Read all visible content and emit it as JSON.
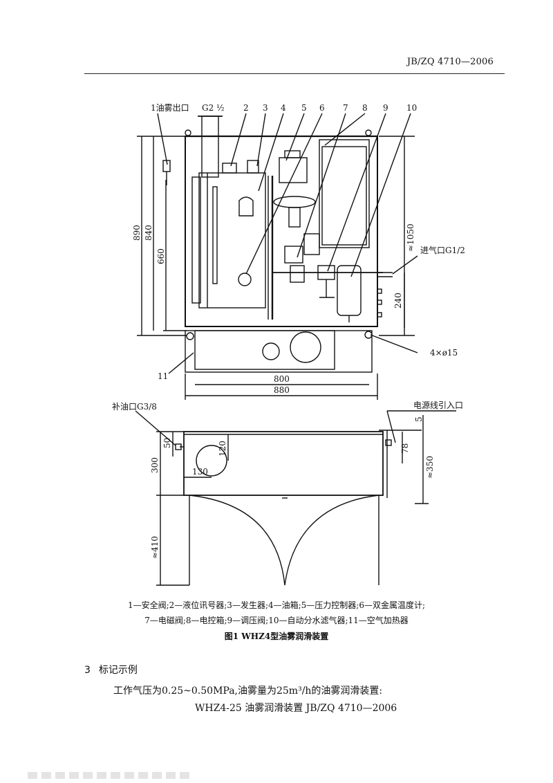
{
  "header": {
    "standard_code": "JB/ZQ 4710—2006"
  },
  "figure": {
    "callouts": [
      "1油雾出口",
      "G2 ½",
      "2",
      "3",
      "4",
      "5",
      "6",
      "7",
      "8",
      "9",
      "10",
      "11"
    ],
    "labels": {
      "air_inlet": "进气口G1/2",
      "oil_fill": "补油口G3/8",
      "power_entry": "电源线引入口",
      "holes": "4×ø15"
    },
    "dims": {
      "d890": "890",
      "d840": "840",
      "d660": "660",
      "d1050": "≈1050",
      "d240": "240",
      "d800": "800",
      "d880": "880",
      "d300": "300",
      "d50": "50",
      "d120": "120",
      "d130": "130",
      "d410": "≈410",
      "d5": "5",
      "d78": "78",
      "d350": "≈350"
    },
    "legend_line1": "1—安全阀;2—液位讯号器;3—发生器;4—油箱;5—压力控制器;6—双金属温度计;",
    "legend_line2": "7—电磁阀;8—电控箱;9—调压阀;10—自动分水滤气器;11—空气加热器",
    "caption": "图1  WHZ4型油雾润滑装置"
  },
  "section": {
    "number": "3",
    "title": "标记示例",
    "paragraph": "工作气压为0.25~0.50MPa,油雾量为25m³/h的油雾润滑装置:",
    "example": "WHZ4-25   油雾润滑装置   JB/ZQ 4710—2006"
  }
}
